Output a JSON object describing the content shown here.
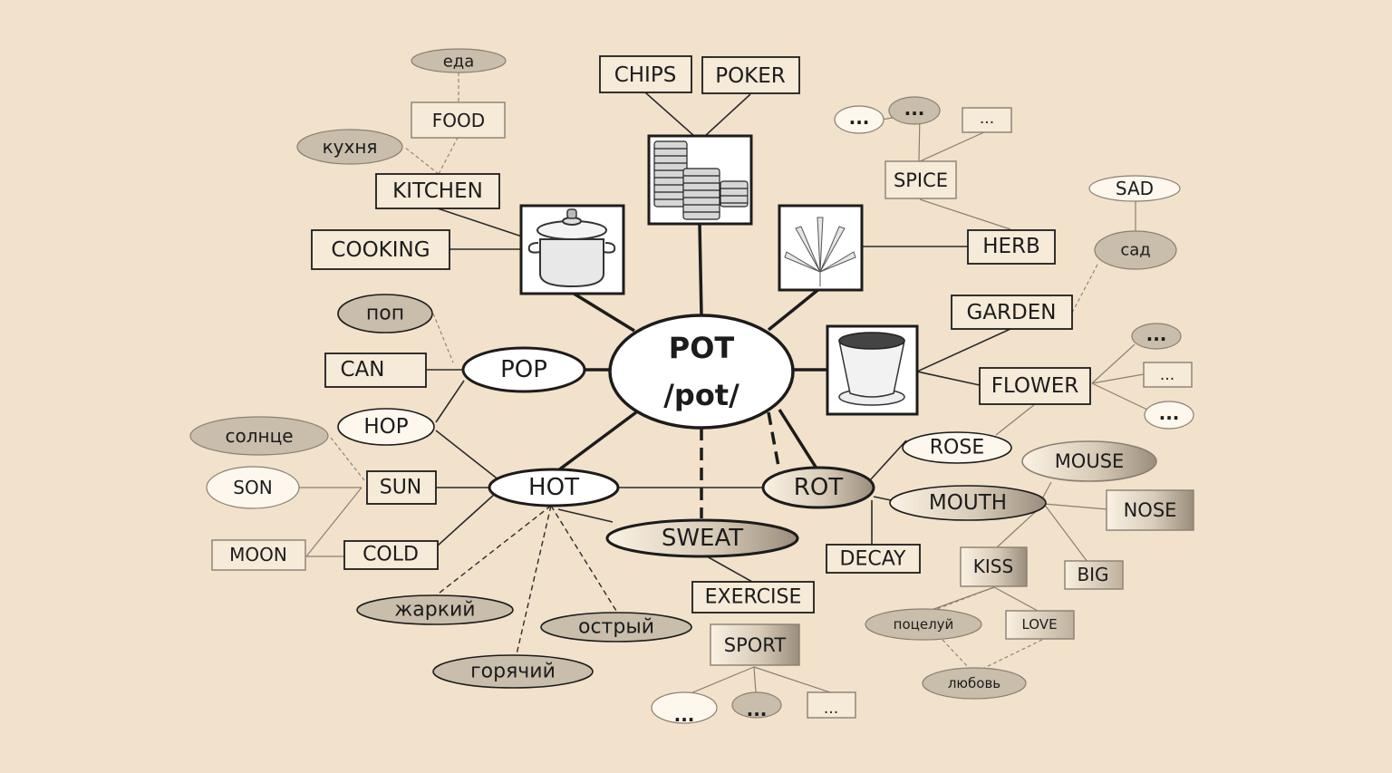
{
  "colors": {
    "background": "#f2e2cb",
    "ink": "#1c1c1c",
    "soft_line": "#8a7f72",
    "grey_fill": "#c9bdab",
    "pale_fill": "#f6ead8"
  },
  "center": {
    "word": "POT",
    "transcription": "/pot/"
  },
  "rhymes": {
    "pop": "POP",
    "hot": "HOT",
    "rot": "ROT",
    "sweat": "SWEAT"
  },
  "pop_links": {
    "pop_ru": "поп",
    "can": "CAN",
    "hop": "HOP"
  },
  "hot_links": {
    "sun": "SUN",
    "sun_ru": "солнце",
    "son": "SON",
    "moon": "MOON",
    "cold": "COLD",
    "ru_hot": "жаркий",
    "ru_hot2": "горячий",
    "ru_spicy": "острый"
  },
  "sweat_links": {
    "exercise": "EXERCISE",
    "sport": "SPORT",
    "more": "..."
  },
  "rot_links": {
    "rose": "ROSE",
    "mouth": "MOUTH",
    "mouse": "MOUSE",
    "nose": "NOSE",
    "big": "BIG",
    "decay": "DECAY",
    "kiss": "KISS",
    "love": "LOVE",
    "kiss_ru": "поцелуй",
    "love_ru": "любовь"
  },
  "pot_cooking": {
    "image": "cooking-pot",
    "cooking": "COOKING",
    "kitchen": "KITCHEN",
    "kitchen_ru": "кухня",
    "food": "FOOD",
    "food_ru": "еда"
  },
  "pot_money": {
    "image": "coin-stacks",
    "chips": "CHIPS",
    "poker": "POKER"
  },
  "pot_herb": {
    "image": "cannabis-leaf",
    "herb": "HERB",
    "spice": "SPICE",
    "more": "...",
    "garden": "GARDEN",
    "garden_ru": "сад",
    "sad": "SAD"
  },
  "pot_flower": {
    "image": "flower-pot",
    "flower": "FLOWER",
    "more": "..."
  }
}
